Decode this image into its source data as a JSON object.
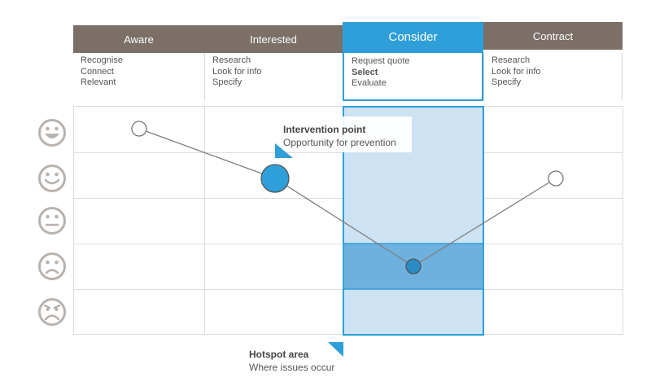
{
  "stages": [
    {
      "title": "Aware",
      "items": [
        "Recognise",
        "Connect",
        "Relevant"
      ]
    },
    {
      "title": "Interested",
      "items": [
        "Research",
        "Look for info",
        "Specify"
      ]
    },
    {
      "title": "Consider",
      "items": [
        "Request quote",
        "Select",
        "Evaluate"
      ],
      "bold_item": "Select"
    },
    {
      "title": "Contract",
      "items": [
        "Research",
        "Look for info",
        "Specify"
      ]
    }
  ],
  "emotions": [
    "very-happy-face-icon",
    "happy-face-icon",
    "neutral-face-icon",
    "sad-face-icon",
    "very-sad-face-icon"
  ],
  "intervention": {
    "title": "Intervention point",
    "subtitle": "Opportunity for prevention"
  },
  "hotspot": {
    "title": "Hotspot area",
    "subtitle": "Where issues occur"
  },
  "journey_points": [
    {
      "stage": "Aware",
      "emotion_level": 1,
      "marker": "open"
    },
    {
      "stage": "Interested",
      "emotion_level": 2,
      "marker": "large-filled"
    },
    {
      "stage": "Consider",
      "emotion_level": 4,
      "marker": "small-filled"
    },
    {
      "stage": "Contract",
      "emotion_level": 2,
      "marker": "open"
    }
  ],
  "colors": {
    "header": "#7b6f68",
    "accent": "#2e9fd9",
    "highlight_column": "#cde3f4",
    "hotspot_cell": "#6fb1de",
    "face": "#b8b2ae",
    "line": "#7f7f7f"
  }
}
